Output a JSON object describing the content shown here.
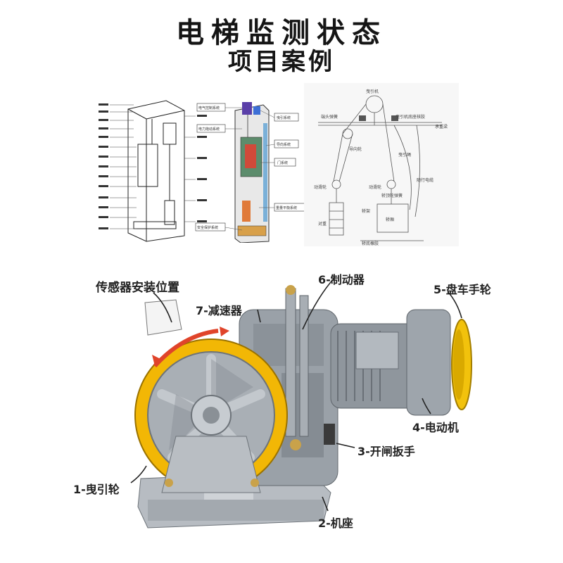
{
  "title": {
    "line1": "电梯监测状态",
    "line2": "项目案例"
  },
  "diagram_left": {
    "boxes": [
      "电气控制系统",
      "电力拖动系统",
      "曳引系统",
      "导向系统",
      "门系统",
      "重量平衡系统",
      "安全保护系统"
    ]
  },
  "diagram_right": {
    "labels": [
      "曳引机",
      "曳引机底座核胶",
      "承重梁",
      "端头弹簧",
      "导向轮",
      "曳引绳",
      "随行电缆",
      "动滑轮",
      "动滑轮",
      "轿顶轮弹簧",
      "轿架",
      "对重",
      "轿厢",
      "轿底橡胶"
    ]
  },
  "photo": {
    "labels": {
      "sensor": "传感器安装位置",
      "brake": "6-制动器",
      "reducer": "7-减速器",
      "handwheel": "5-盘车手轮",
      "motor": "4-电动机",
      "release": "3-开闸扳手",
      "sheave": "1-曳引轮",
      "base": "2-机座"
    }
  },
  "colors": {
    "yellow_ring": "#f2b705",
    "machine_gray": "#9aa1a8",
    "arrow_red": "#e0442a"
  }
}
